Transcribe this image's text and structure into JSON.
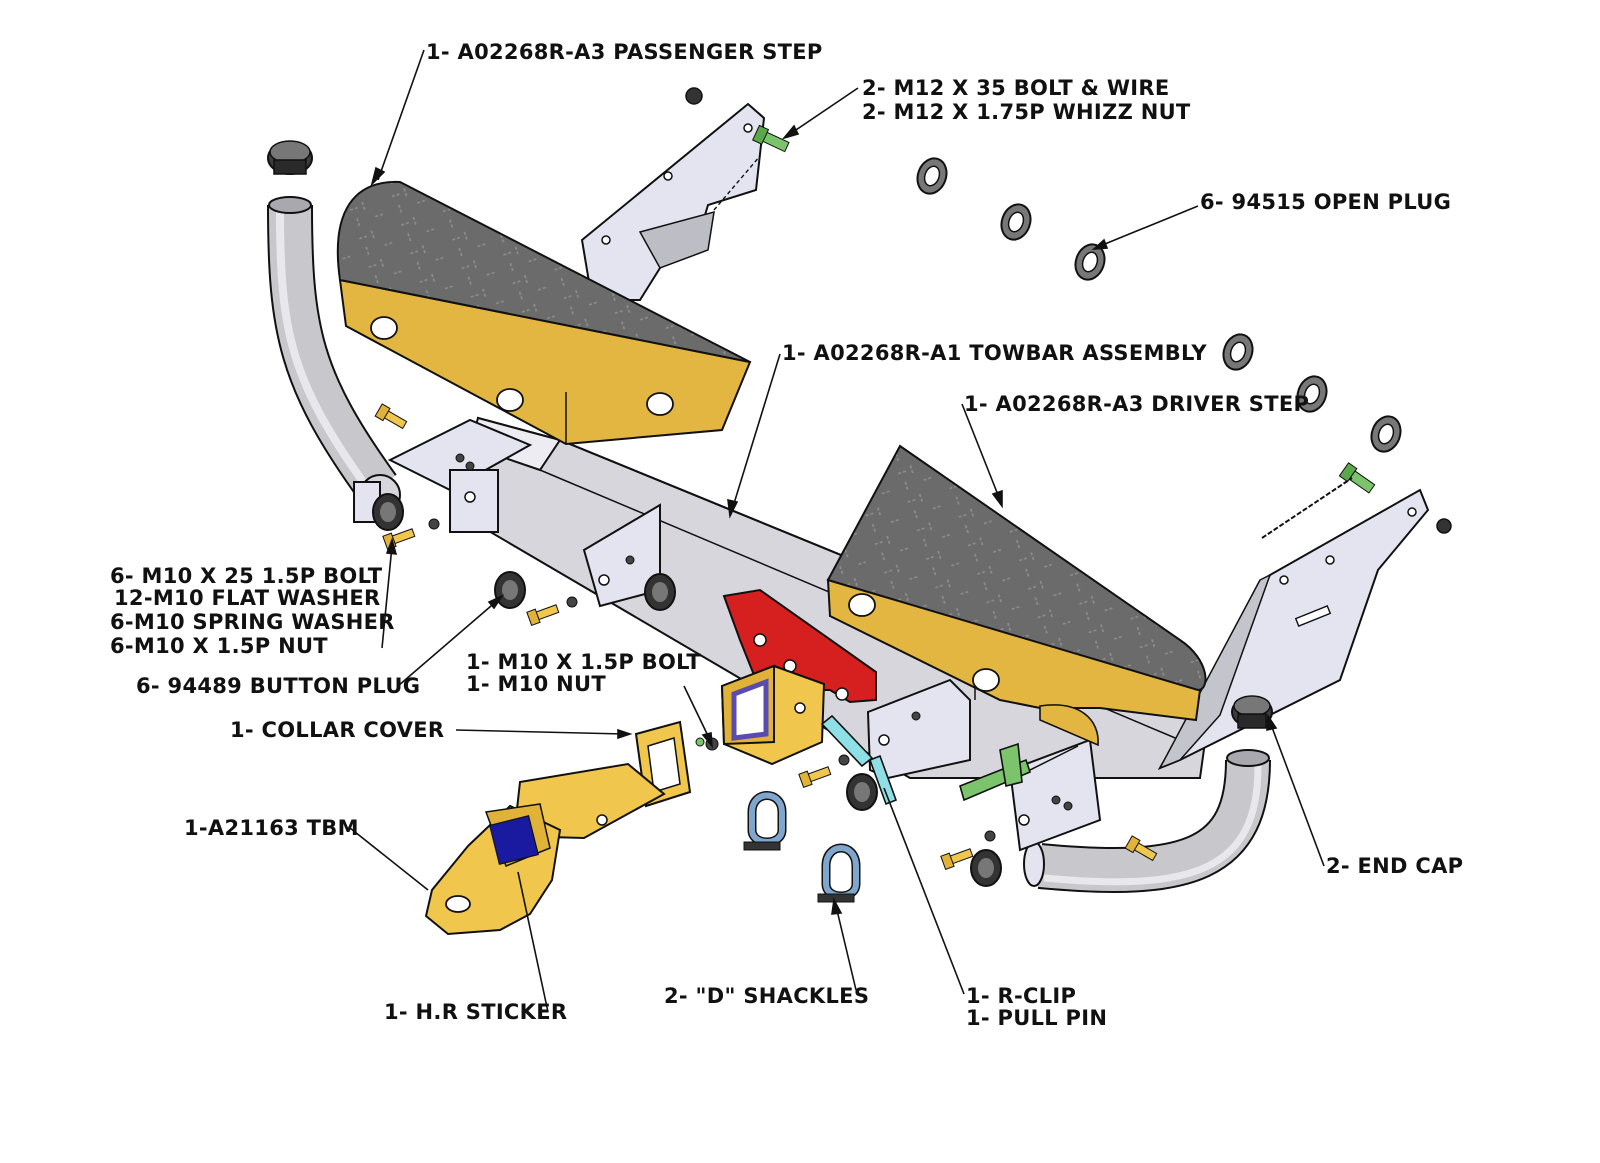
{
  "labels": {
    "passenger_step": "1- A02268R-A3 PASSENGER STEP",
    "bolt_wire": "2- M12 X 35 BOLT & WIRE",
    "whizz_nut": "2- M12 X 1.75P WHIZZ NUT",
    "open_plug": "6- 94515 OPEN PLUG",
    "towbar_assembly": "1- A02268R-A1 TOWBAR ASSEMBLY",
    "driver_step": "1- A02268R-A3 DRIVER STEP",
    "m10_bolt_25": "6- M10 X 25 1.5P BOLT",
    "m10_flat_washer": "12-M10 FLAT WASHER",
    "m10_spring_washer": "6-M10 SPRING WASHER",
    "m10_nut_6": "6-M10 X 1.5P NUT",
    "button_plug": "6- 94489 BUTTON PLUG",
    "m10_bolt_1": "1- M10 X 1.5P BOLT",
    "m10_nut_1": "1- M10 NUT",
    "collar_cover": "1- COLLAR COVER",
    "tbm": "1-A21163 TBM",
    "hr_sticker": "1- H.R STICKER",
    "d_shackles": "2- \"D\" SHACKLES",
    "r_clip": "1- R-CLIP",
    "pull_pin": "1- PULL PIN",
    "end_cap": "2- END CAP"
  },
  "colors": {
    "tread": "#6b6b6b",
    "step_side": "#e2b640",
    "bracket": "#e4e4f0",
    "beam": "#d6d6dc",
    "tube": "#c8c8cc",
    "plate": "#d62020",
    "hitch": "#f0c74c",
    "sticker": "#1a1aa0",
    "shackle": "#7fa6cc",
    "pin": "#8fdfe6",
    "clip": "#7cc46c"
  }
}
